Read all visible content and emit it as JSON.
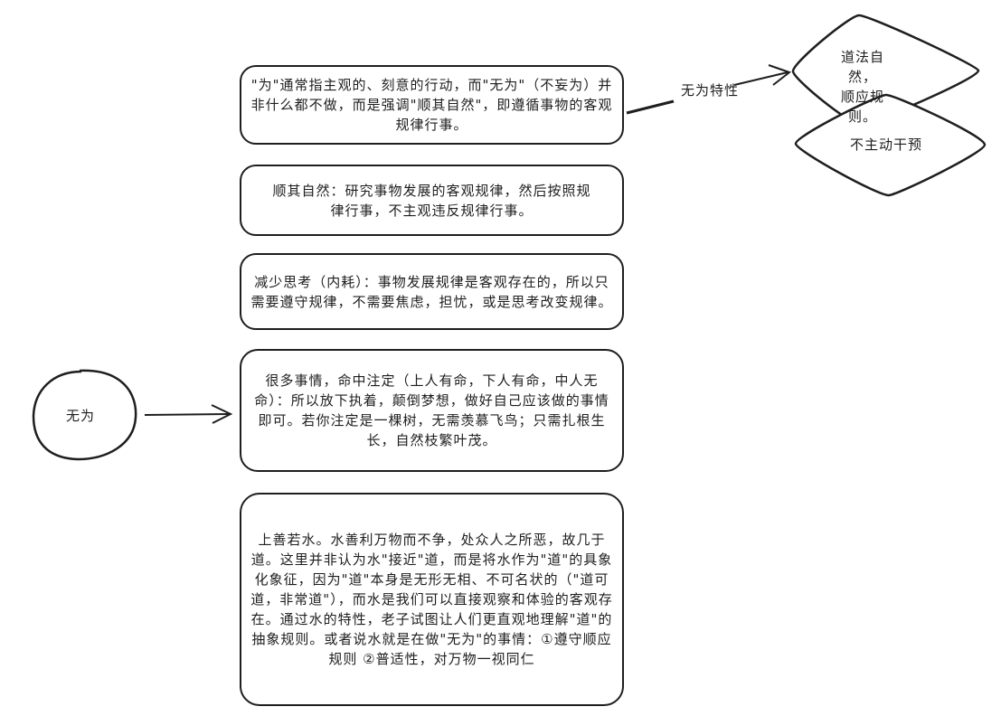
{
  "center_node": {
    "label": "无为"
  },
  "edge_label": "无为特性",
  "traits": [
    {
      "label": "道法自然，\n顺应规则。"
    },
    {
      "label": "不主动干预"
    }
  ],
  "notes": [
    {
      "text": "\"为\"通常指主观的、刻意的行动，而\"无为\"（不妄为）并非什么都不做，而是强调\"顺其自然\"，即遵循事物的客观规律行事。"
    },
    {
      "text": "顺其自然：研究事物发展的客观规律，然后按照规律行事，不主观违反规律行事。"
    },
    {
      "text": "减少思考（内耗）：事物发展规律是客观存在的，所以只需要遵守规律，不需要焦虑，担忧，或是思考改变规律。"
    },
    {
      "text": "很多事情，命中注定（上人有命，下人有命，中人无命）：所以放下执着，颠倒梦想，做好自己应该做的事情即可。若你注定是一棵树，无需羡慕飞鸟；只需扎根生长，自然枝繁叶茂。"
    },
    {
      "text": "上善若水。水善利万物而不争，处众人之所恶，故几于道。这里并非认为水\"接近\"道，而是将水作为\"道\"的具象化象征，因为\"道\"本身是无形无相、不可名状的（\"道可道，非常道\"），而水是我们可以直接观察和体验的客观存在。通过水的特性，老子试图让人们更直观地理解\"道\"的抽象规则。或者说水就是在做\"无为\"的事情：①遵守顺应规则 ②普适性，对万物一视同仁"
    }
  ]
}
